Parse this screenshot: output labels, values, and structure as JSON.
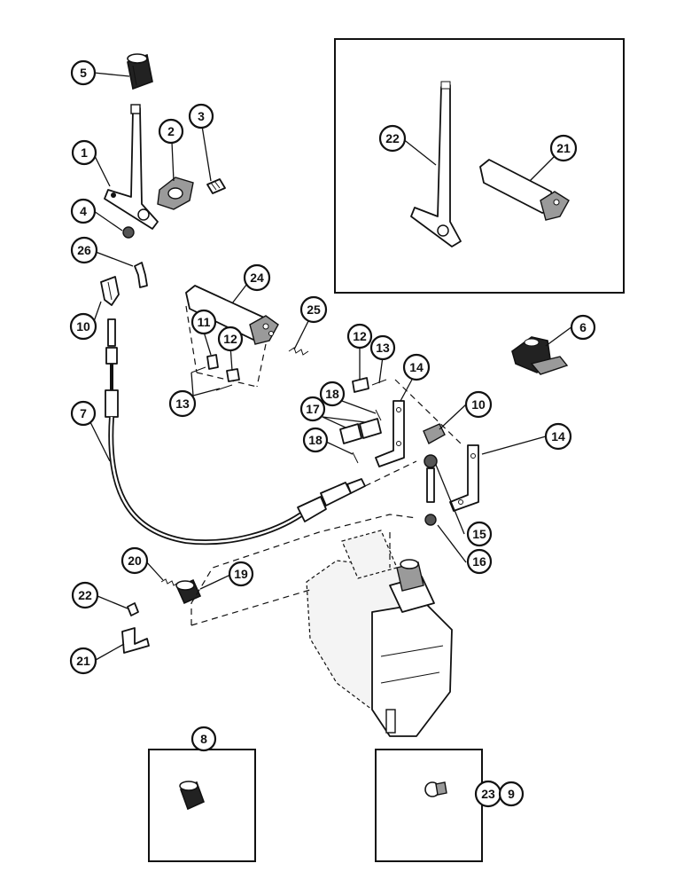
{
  "callouts": [
    {
      "id": "c5",
      "label": "5"
    },
    {
      "id": "c1",
      "label": "1"
    },
    {
      "id": "c2",
      "label": "2"
    },
    {
      "id": "c3",
      "label": "3"
    },
    {
      "id": "c4",
      "label": "4"
    },
    {
      "id": "c26",
      "label": "26"
    },
    {
      "id": "c10a",
      "label": "10"
    },
    {
      "id": "c24",
      "label": "24"
    },
    {
      "id": "c25",
      "label": "25"
    },
    {
      "id": "c11",
      "label": "11"
    },
    {
      "id": "c12a",
      "label": "12"
    },
    {
      "id": "c13a",
      "label": "13"
    },
    {
      "id": "c7",
      "label": "7"
    },
    {
      "id": "c12b",
      "label": "12"
    },
    {
      "id": "c13b",
      "label": "13"
    },
    {
      "id": "c14a",
      "label": "14"
    },
    {
      "id": "c18a",
      "label": "18"
    },
    {
      "id": "c17",
      "label": "17"
    },
    {
      "id": "c18b",
      "label": "18"
    },
    {
      "id": "c10b",
      "label": "10"
    },
    {
      "id": "c14b",
      "label": "14"
    },
    {
      "id": "c6",
      "label": "6"
    },
    {
      "id": "c15",
      "label": "15"
    },
    {
      "id": "c16",
      "label": "16"
    },
    {
      "id": "c20",
      "label": "20"
    },
    {
      "id": "c19",
      "label": "19"
    },
    {
      "id": "c22a",
      "label": "22"
    },
    {
      "id": "c21a",
      "label": "21"
    },
    {
      "id": "c22b",
      "label": "22"
    },
    {
      "id": "c21b",
      "label": "21"
    },
    {
      "id": "c8",
      "label": "8"
    },
    {
      "id": "c23",
      "label": "23"
    },
    {
      "id": "c9",
      "label": "9"
    }
  ]
}
